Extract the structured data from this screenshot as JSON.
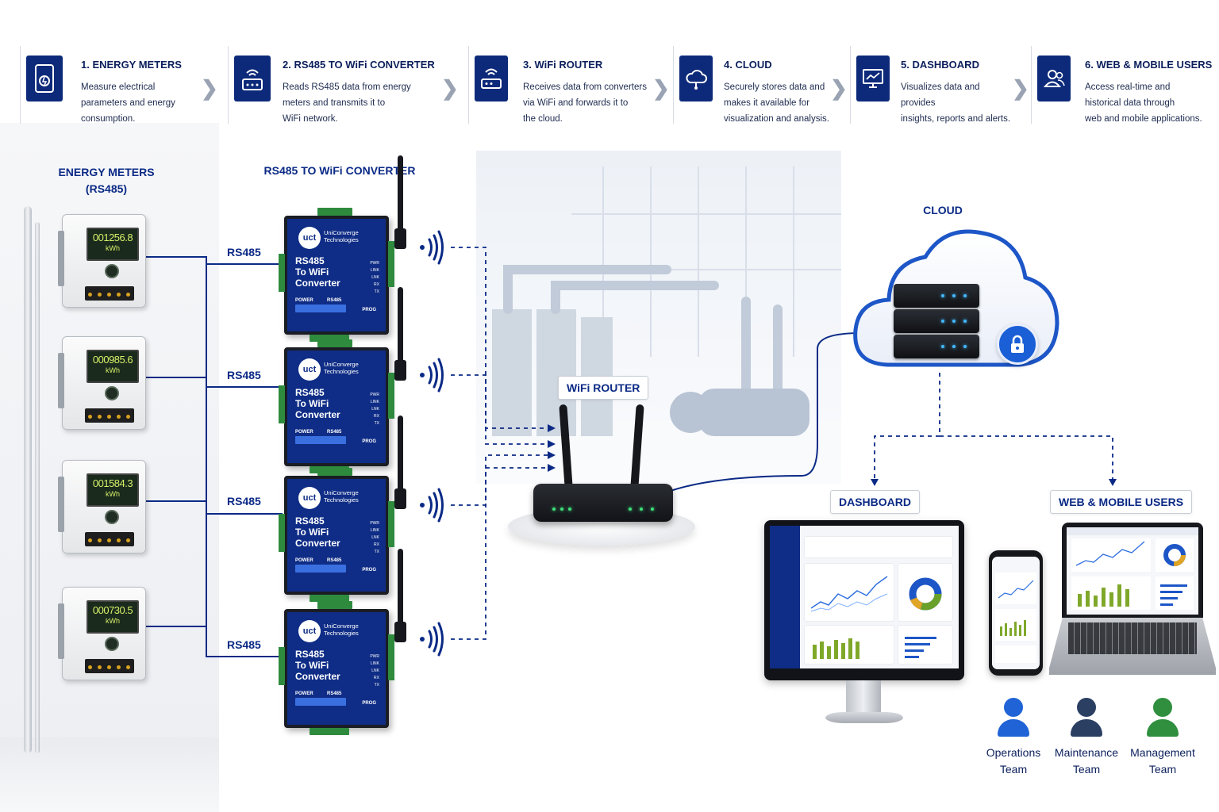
{
  "steps": [
    {
      "title": "1. ENERGY METERS",
      "desc": [
        "Measure electrical",
        "parameters and energy",
        "consumption."
      ],
      "icon": "energy-meter-icon"
    },
    {
      "title": "2. RS485 TO WiFi CONVERTER",
      "desc": [
        "Reads RS485 data from energy",
        "meters and transmits it to",
        "WiFi network."
      ],
      "icon": "converter-icon"
    },
    {
      "title": "3. WiFi ROUTER",
      "desc": [
        "Receives data from converters",
        "via WiFi and forwards it to",
        "the cloud."
      ],
      "icon": "router-icon"
    },
    {
      "title": "4. CLOUD",
      "desc": [
        "Securely stores data and",
        "makes it available for",
        "visualization and analysis."
      ],
      "icon": "cloud-icon"
    },
    {
      "title": "5. DASHBOARD",
      "desc": [
        "Visualizes data and provides",
        "insights, reports and alerts."
      ],
      "icon": "dashboard-icon"
    },
    {
      "title": "6. WEB & MOBILE USERS",
      "desc": [
        "Access real-time and",
        "historical data through",
        "web and mobile applications."
      ],
      "icon": "users-icon"
    }
  ],
  "sections": {
    "meters": [
      "ENERGY METERS",
      "(RS485)"
    ],
    "converters": "RS485 TO WiFi CONVERTER",
    "router": "WiFi ROUTER",
    "cloud": "CLOUD",
    "dashboard": "DASHBOARD",
    "web_mobile": "WEB & MOBILE USERS"
  },
  "meters": [
    {
      "reading": "001256.8",
      "unit": "kWh"
    },
    {
      "reading": "000985.6",
      "unit": "kWh"
    },
    {
      "reading": "001584.3",
      "unit": "kWh"
    },
    {
      "reading": "000730.5",
      "unit": "kWh"
    }
  ],
  "link_label": "RS485",
  "converter": {
    "logo": "uct",
    "brand": [
      "UniConverge",
      "Technologies"
    ],
    "title": [
      "RS485",
      "To WiFi",
      "Converter"
    ],
    "leds": [
      "PWR",
      "LINK",
      "LNK",
      "RX",
      "TX"
    ],
    "power": "POWER",
    "rs485": "RS485",
    "prog": "PROG"
  },
  "users": [
    {
      "label": [
        "Operations",
        "Team"
      ],
      "color": "#1f63d6"
    },
    {
      "label": [
        "Maintenance",
        "Team"
      ],
      "color": "#2b3f63"
    },
    {
      "label": [
        "Management",
        "Team"
      ],
      "color": "#2f8f3e"
    }
  ],
  "colors": {
    "accent": "#0b2a86",
    "step_icon_bg": "#0d2a7a",
    "converter_body": "#0f2d86",
    "link_line": "#0b2a86"
  }
}
